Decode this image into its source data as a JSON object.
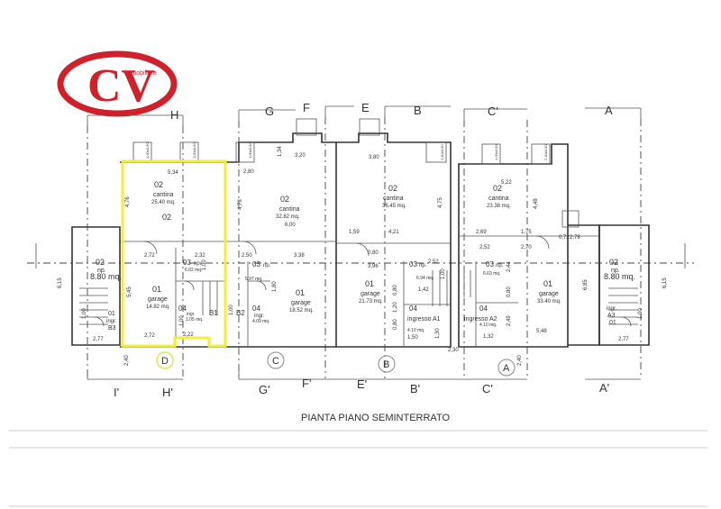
{
  "logo": {
    "letters": "CV",
    "tagline": "immobiliare",
    "color": "#d0202a"
  },
  "title": "PIANTA PIANO SEMINTERRATO",
  "axes_top": [
    "H",
    "G",
    "F",
    "E",
    "B",
    "C'",
    "A"
  ],
  "axes_bottom": [
    "I'",
    "H'",
    "G'",
    "F'",
    "E'",
    "B'",
    "C'",
    "A'"
  ],
  "unit_markers": [
    "D",
    "C",
    "B",
    "A"
  ],
  "rooms": {
    "h_cantina": {
      "num": "02",
      "name": "cantina",
      "area": "25.40 mq."
    },
    "h_big": "02",
    "g_cantina": {
      "num": "02",
      "name": "cantina",
      "area": "32.82 mq."
    },
    "e_cantina": {
      "num": "02",
      "name": "cantina",
      "area": "36.45 mq."
    },
    "c_cantina": {
      "num": "02",
      "name": "cantina",
      "area": "23.38 mq."
    },
    "left_np": {
      "num": "02",
      "name": "np.",
      "area": "8.80 mq."
    },
    "right_np": {
      "num": "02",
      "name": "np.",
      "area": "8.80 mq."
    },
    "d_garage": {
      "num": "01",
      "name": "garage",
      "area": "14.82 mq."
    },
    "g_garage": {
      "num": "01",
      "name": "garage",
      "area": "18.52 mq."
    },
    "e_garage": {
      "num": "01",
      "name": "garage",
      "area": "21.73 mq."
    },
    "a_garage": {
      "num": "01",
      "name": "garage",
      "area": "33.40 mq."
    },
    "d_np": {
      "num": "03",
      "name": "np.",
      "area": "6.02 mq."
    },
    "g_np": {
      "num": "03",
      "name": "np.",
      "area": "5.97 mq."
    },
    "e_np": {
      "num": "03",
      "name": "np.",
      "area": "6.94 mq."
    },
    "a_np": {
      "num": "03",
      "name": "np.",
      "area": "6.63 mq."
    },
    "d_ingr": {
      "num": "04",
      "name": "ingr.",
      "area": "1.05 mq."
    },
    "g_ingr": {
      "num": "04",
      "name": "ingr.",
      "area": "4.09 mq."
    },
    "e_ingr": {
      "num": "04",
      "name": "ingresso A1",
      "area": "4.10 mq."
    },
    "a_ingr": {
      "num": "04",
      "name": "ingresso A2",
      "area": "4.10 mq."
    },
    "left_ingr": {
      "num": "01",
      "name": "ingr.",
      "code": "B3"
    },
    "right_ingr": {
      "num": "01",
      "name": "ingr.",
      "code": "A3"
    },
    "d_code": "B1",
    "g_code": "B2"
  },
  "dims": [
    "5,34",
    "4,76",
    "2,72",
    "2,32",
    "5,45",
    "2,72",
    "2,22",
    "2,77",
    "2,80",
    "3,20",
    "1,34",
    "4,78",
    "6,00",
    "2,50",
    "3,38",
    "3,80",
    "4,75",
    "1,59",
    "4,21",
    "0,80",
    "3,96",
    "2,52",
    "0,80",
    "1,20",
    "0,80",
    "1,42",
    "1,30",
    "2,30",
    "5,22",
    "4,48",
    "2,69",
    "1,75",
    "2,52",
    "2,70",
    "2,44",
    "0,80",
    "2,49",
    "1,32",
    "5,48",
    "6,85",
    "2,77",
    "6,15",
    "6,15",
    "1,00",
    "1,00",
    "1,00",
    "0,72",
    "2,78",
    "2,40",
    "1,50",
    "2,40",
    "1,00",
    "1,00",
    "1,00",
    "1,80"
  ],
  "window_labels": [
    "1,00x0,50",
    "2,40x0,50"
  ],
  "colors": {
    "highlight": "#f3ee3a",
    "wall": "#333333",
    "marker": "#888888"
  }
}
